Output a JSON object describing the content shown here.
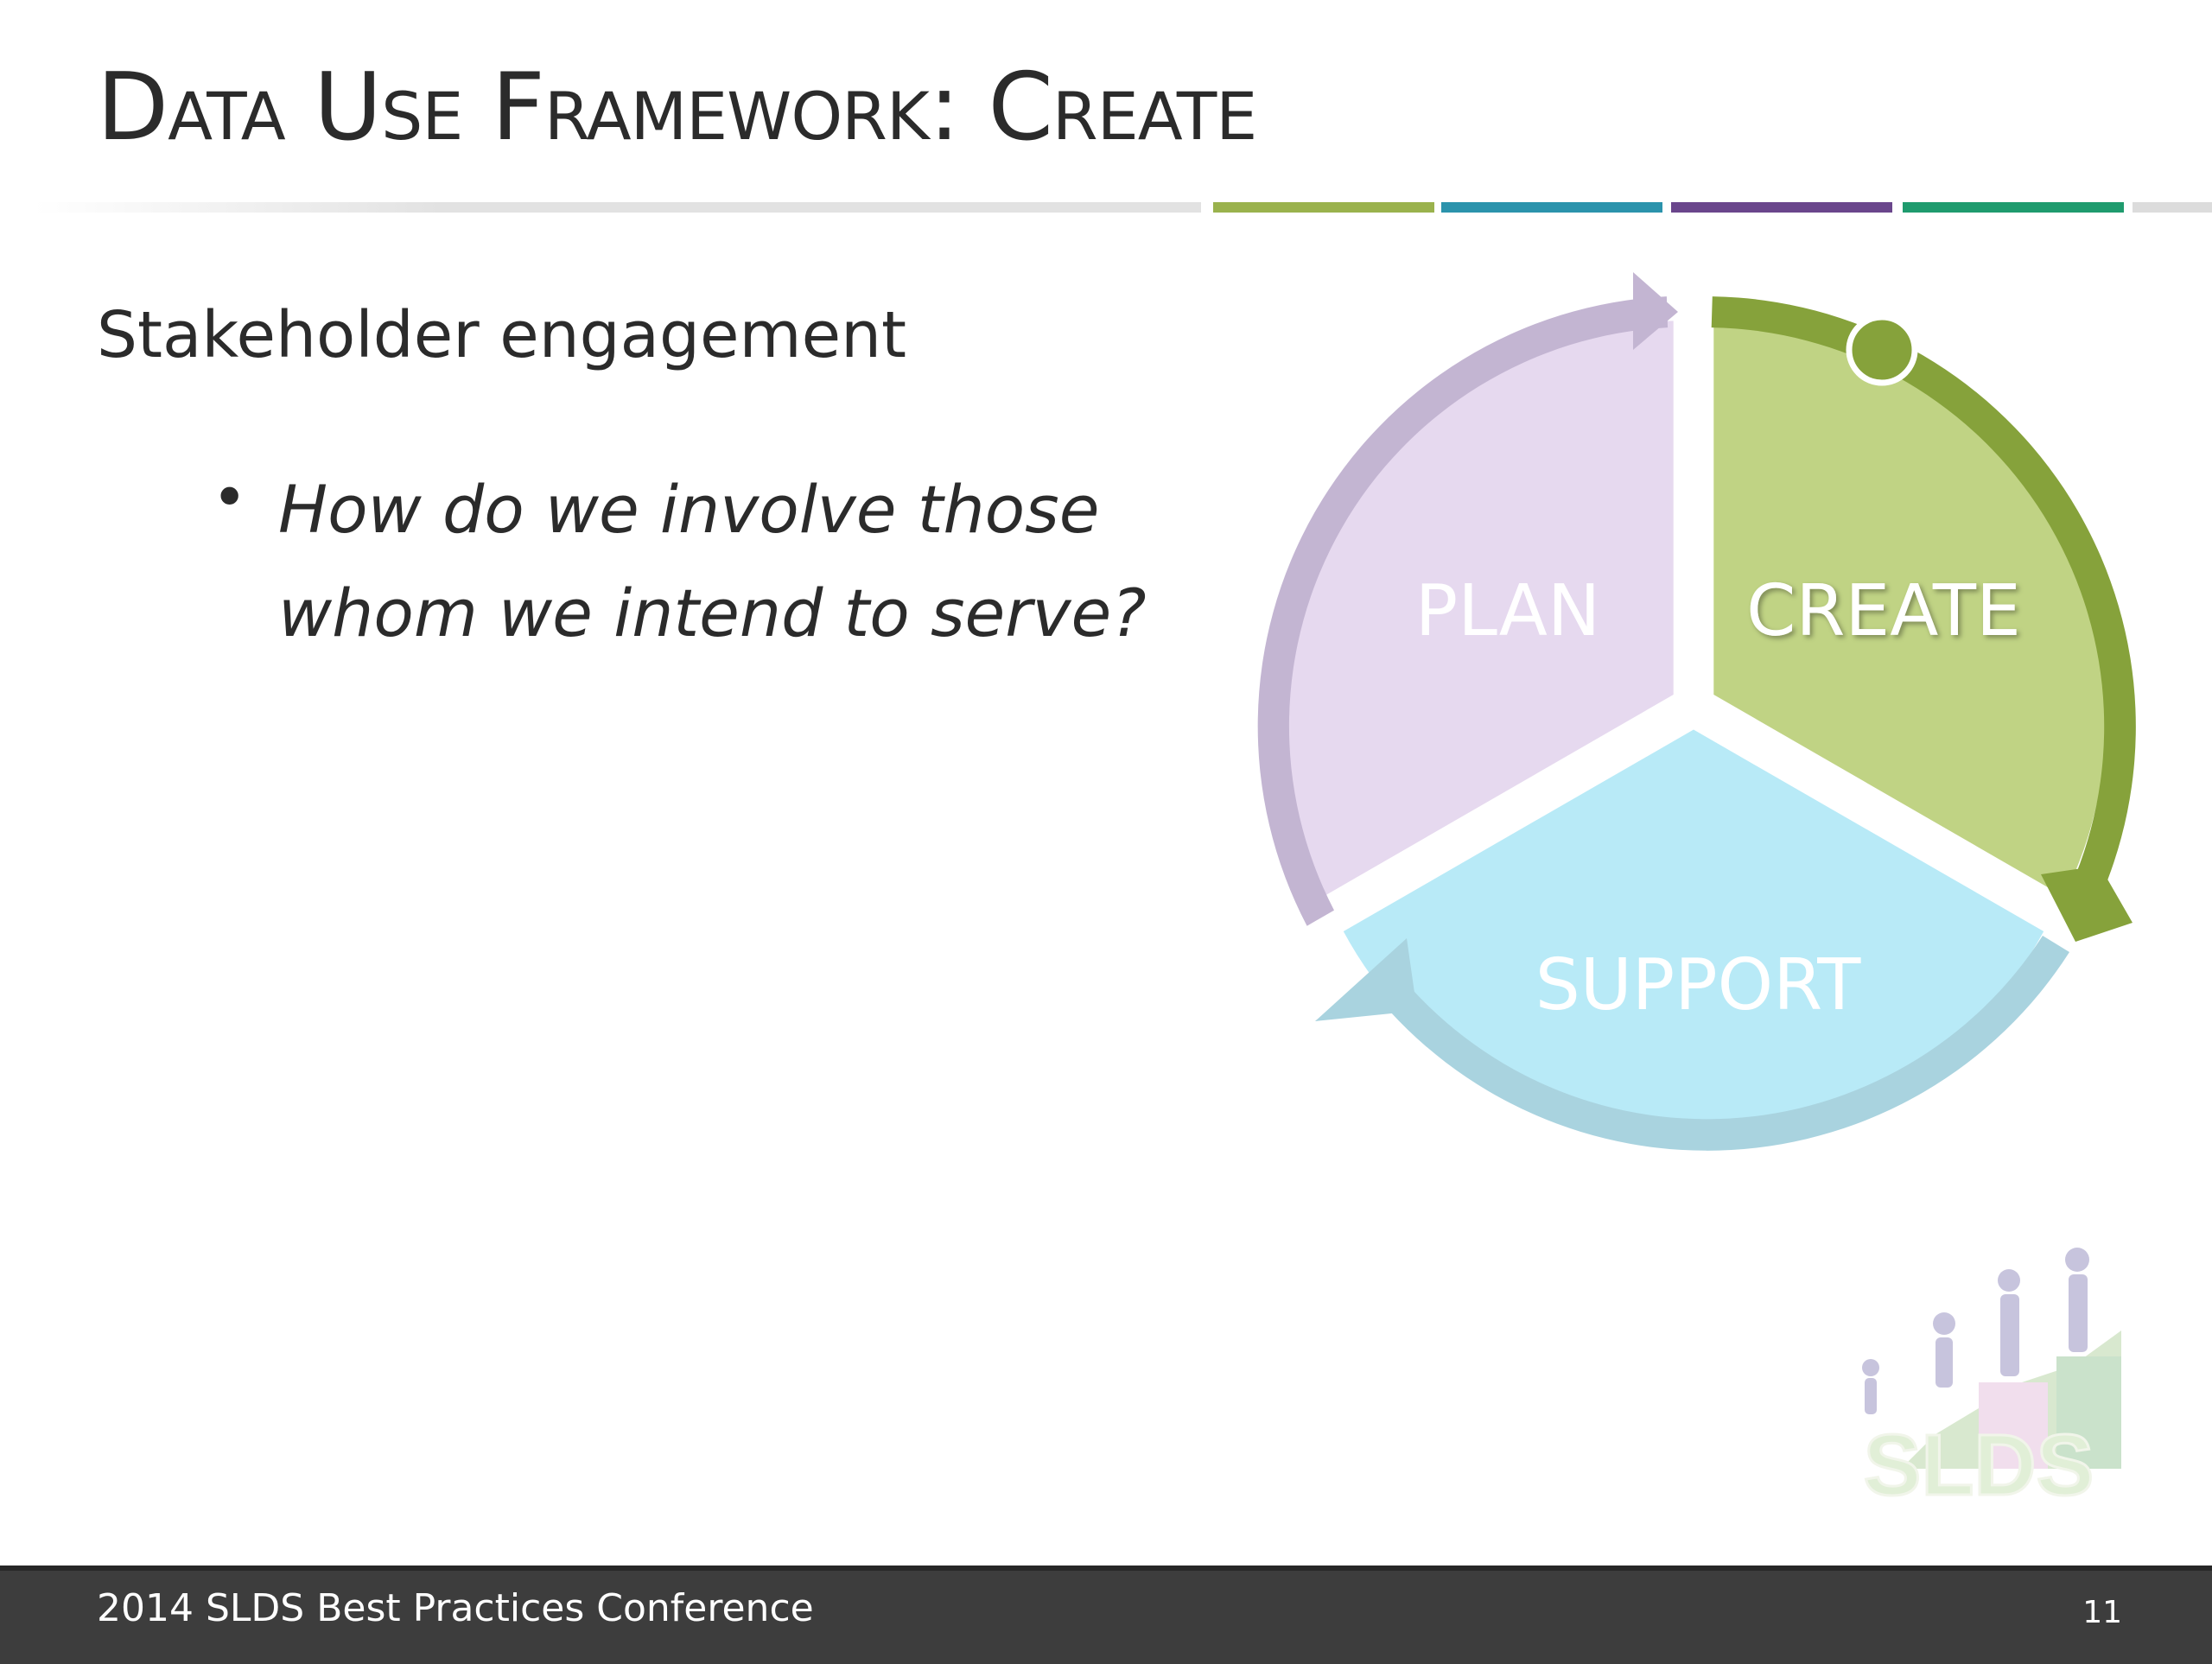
{
  "slide": {
    "title": "Data Use Framework: Create",
    "subheading": "Stakeholder engagement",
    "bullet_marker": "•",
    "bullet_text": "How do we involve those whom we intend to serve?"
  },
  "diagram": {
    "segments": [
      {
        "label": "PLAN",
        "fill": "#e6d9ef",
        "arrow": "#c3b5d2"
      },
      {
        "label": "CREATE",
        "fill": "#c0d384",
        "arrow": "#86a23b",
        "active": true
      },
      {
        "label": "SUPPORT",
        "fill": "#b8eaf7",
        "arrow": "#a9d3df"
      }
    ]
  },
  "accent_colors": [
    "#9ab24d",
    "#2b93ac",
    "#6a468c",
    "#1f9b6e",
    "#dcdcdc"
  ],
  "logo": {
    "text": "SLDS"
  },
  "footer": {
    "conference": "2014 SLDS Best Practices Conference",
    "page_number": "11"
  }
}
